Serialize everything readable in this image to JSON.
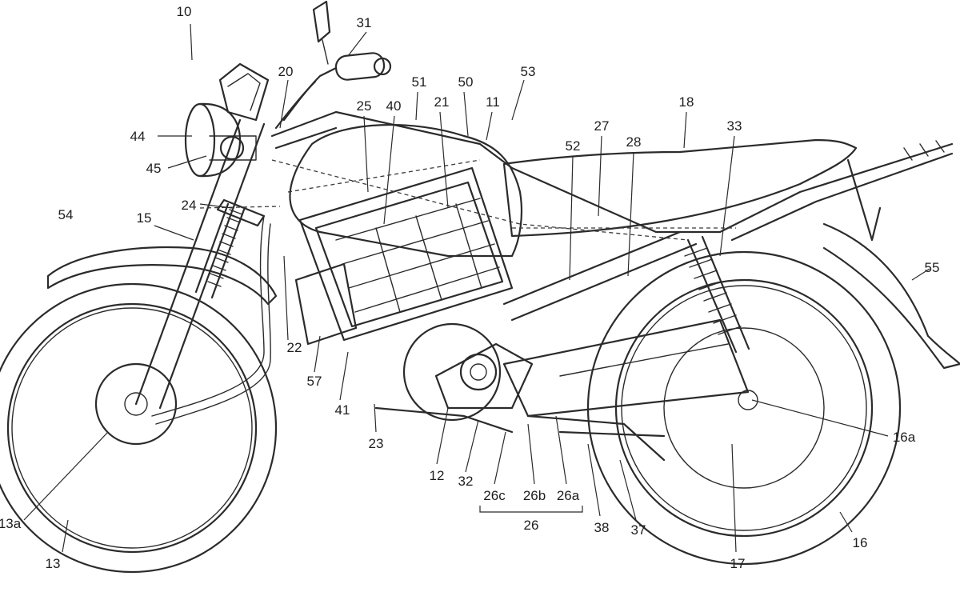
{
  "figure": {
    "labels": [
      "10",
      "31",
      "20",
      "53",
      "50",
      "51",
      "21",
      "11",
      "25",
      "40",
      "18",
      "27",
      "33",
      "28",
      "52",
      "44",
      "45",
      "24",
      "15",
      "54",
      "55",
      "22",
      "57",
      "41",
      "23",
      "12",
      "32",
      "16a",
      "13a",
      "26c",
      "26b",
      "26a",
      "26",
      "38",
      "37",
      "16",
      "13",
      "17"
    ],
    "stroke_color": "#2b2b2b",
    "background_color": "#ffffff"
  }
}
